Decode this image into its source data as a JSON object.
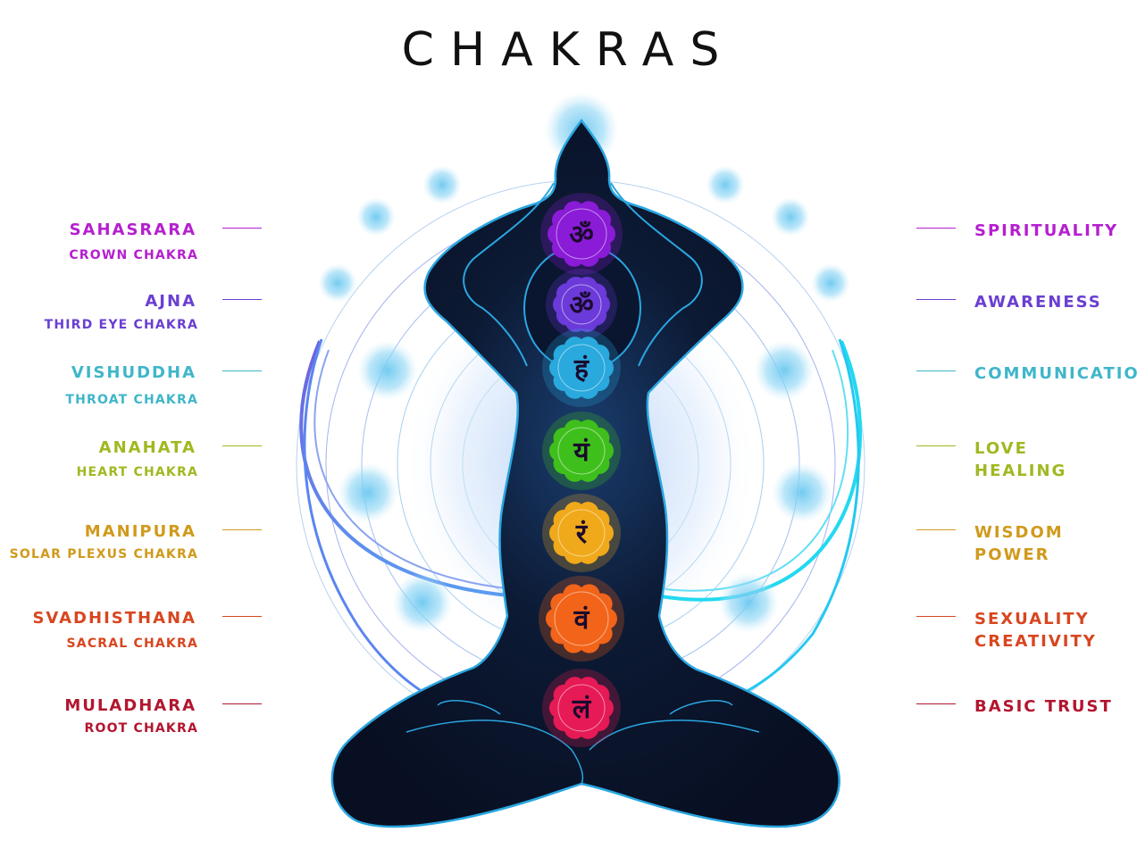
{
  "title": "CHAKRAS",
  "chakras": [
    {
      "name": "SAHASRARA",
      "subtitle": "CROWN CHAKRA",
      "quality": "SPIRITUALITY",
      "symbol": "ॐ",
      "color": "#b51fcf",
      "fill": "#8a1bd6"
    },
    {
      "name": "AJNA",
      "subtitle": "THIRD EYE CHAKRA",
      "quality": "AWARENESS",
      "symbol": "ॐ",
      "color": "#6a3fd2",
      "fill": "#6b3ad9"
    },
    {
      "name": "VISHUDDHA",
      "subtitle": "THROAT CHAKRA",
      "quality": "COMMUNICATION",
      "symbol": "हं",
      "color": "#3fb6c9",
      "fill": "#29a9dd"
    },
    {
      "name": "ANAHATA",
      "subtitle": "HEART CHAKRA",
      "quality": "LOVE\nHEALING",
      "symbol": "यं",
      "color": "#a1b820",
      "fill": "#3fbf1c"
    },
    {
      "name": "MANIPURA",
      "subtitle": "SOLAR PLEXUS CHAKRA",
      "quality": "WISDOM\nPOWER",
      "symbol": "रं",
      "color": "#d09a1c",
      "fill": "#f0a91a"
    },
    {
      "name": "SVADHISTHANA",
      "subtitle": "SACRAL CHAKRA",
      "quality": "SEXUALITY\nCREATIVITY",
      "symbol": "वं",
      "color": "#d8461f",
      "fill": "#f26419"
    },
    {
      "name": "MULADHARA",
      "subtitle": "ROOT CHAKRA",
      "quality": "BASIC TRUST",
      "symbol": "लं",
      "color": "#b3152f",
      "fill": "#e61a55"
    }
  ]
}
